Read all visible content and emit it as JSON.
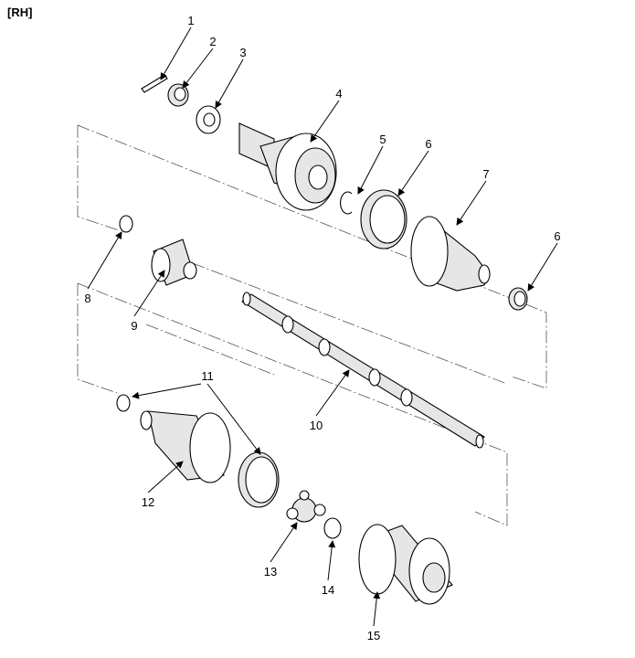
{
  "title": "[RH]",
  "callouts": {
    "c1": "1",
    "c2": "2",
    "c3": "3",
    "c4": "4",
    "c5": "5",
    "c6a": "6",
    "c7": "7",
    "c6b": "6",
    "c8": "8",
    "c9": "9",
    "c10": "10",
    "c11": "11",
    "c12": "12",
    "c13": "13",
    "c14": "14",
    "c15": "15"
  }
}
